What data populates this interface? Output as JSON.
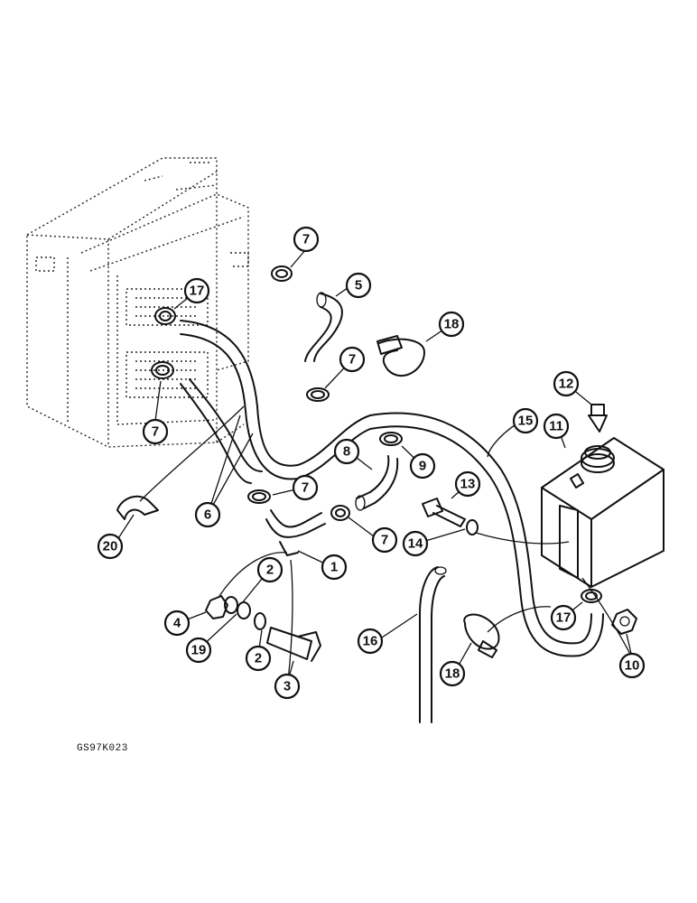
{
  "figure": {
    "reference_code": "GS97K023",
    "part_callouts": [
      "1",
      "2",
      "2",
      "3",
      "4",
      "5",
      "6",
      "7",
      "7",
      "7",
      "7",
      "7",
      "8",
      "9",
      "10",
      "11",
      "12",
      "13",
      "14",
      "15",
      "16",
      "17",
      "17",
      "18",
      "18",
      "19",
      "20"
    ]
  }
}
